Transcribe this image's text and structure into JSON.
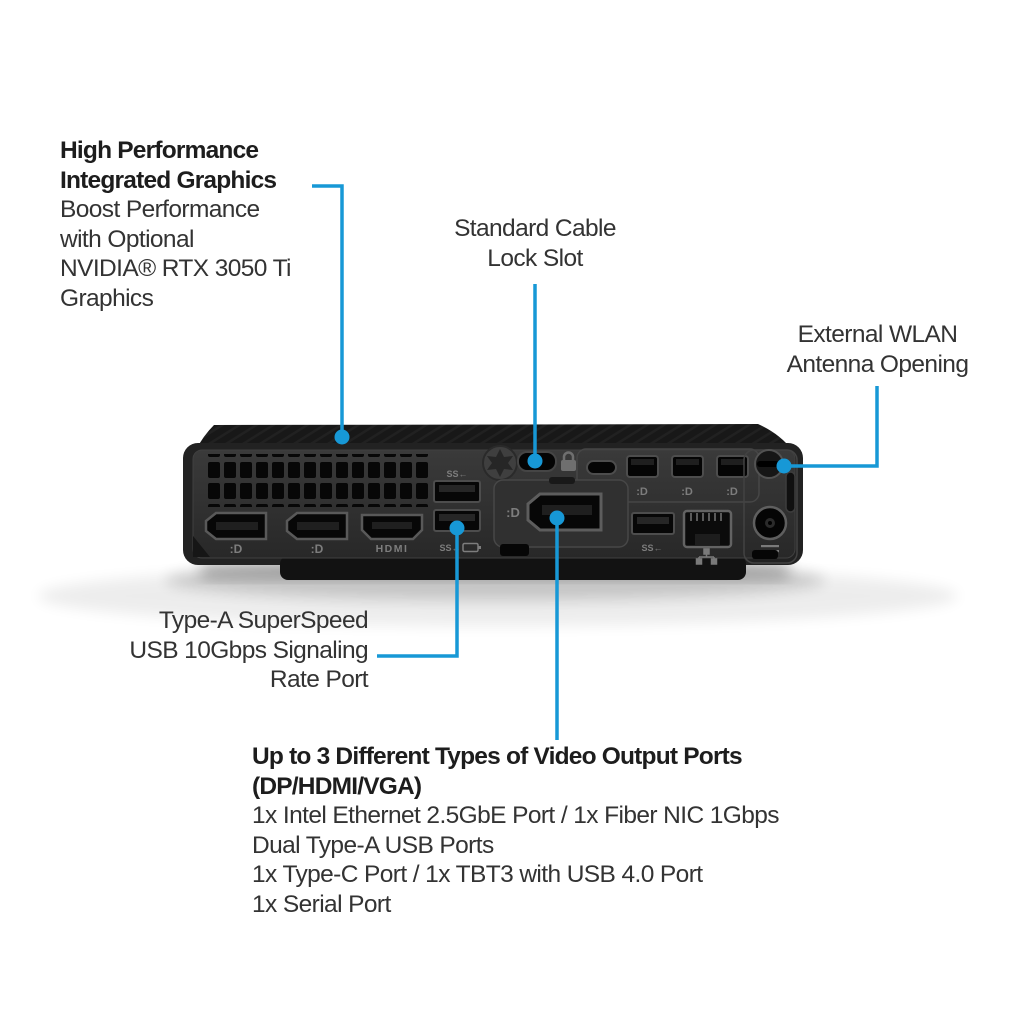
{
  "annotations": {
    "graphics": {
      "bold_lines": [
        "High Performance",
        "Integrated Graphics"
      ],
      "lines": [
        "Boost Performance",
        "with Optional",
        "NVIDIA® RTX 3050 Ti",
        "Graphics"
      ]
    },
    "cable_lock": {
      "lines": [
        "Standard Cable",
        "Lock Slot"
      ]
    },
    "wlan": {
      "lines": [
        "External WLAN",
        "Antenna Opening"
      ]
    },
    "usb": {
      "lines": [
        "Type-A SuperSpeed",
        "USB 10Gbps Signaling",
        "Rate Port"
      ]
    },
    "video": {
      "bold_lines": [
        "Up to 3 Different Types of Video Output Ports",
        "(DP/HDMI/VGA)"
      ],
      "lines": [
        "1x Intel Ethernet 2.5GbE Port / 1x Fiber NIC 1Gbps",
        "Dual Type-A USB Ports",
        "1x Type-C Port / 1x TBT3 with USB 4.0 Port",
        "1x Serial Port"
      ]
    }
  },
  "device": {
    "port_labels": {
      "dp_logo": ":D",
      "hdmi": "HDMI",
      "superspeed": "SS←"
    }
  },
  "colors": {
    "callout_blue": "#1798d6",
    "text_bold": "#1d1d1d",
    "text_regular": "#333333",
    "device_body": "#2e2e2e",
    "port_black": "#0a0a0a",
    "label_gray": "#7d7d7d"
  }
}
